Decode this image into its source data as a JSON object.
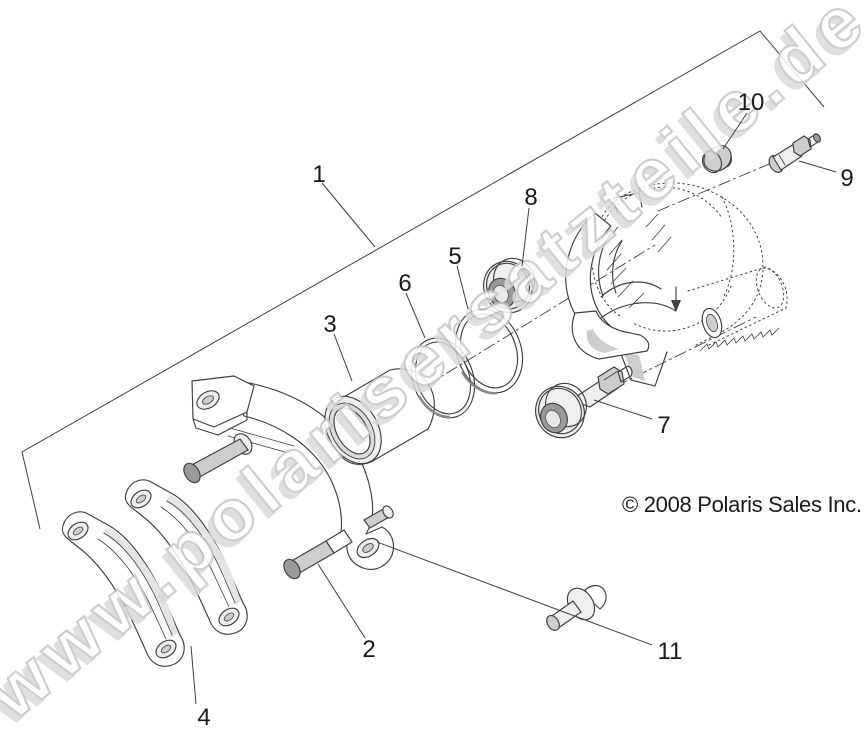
{
  "diagram": {
    "copyright": "© 2008 Polaris Sales Inc.",
    "watermark": "www.polarisersatzteile.de",
    "callouts": [
      {
        "label": "1"
      },
      {
        "label": "2"
      },
      {
        "label": "3"
      },
      {
        "label": "4"
      },
      {
        "label": "5"
      },
      {
        "label": "6"
      },
      {
        "label": "7"
      },
      {
        "label": "8"
      },
      {
        "label": "9"
      },
      {
        "label": "10"
      },
      {
        "label": "11"
      }
    ]
  },
  "colors": {
    "line": "#3f3f3f",
    "text-color": "#1a1a1a",
    "bg": "#ffffff",
    "wm-fill": "#ffffff",
    "wm-stroke": "#c6c6c6",
    "wm-shadow": "#dadada",
    "metal-light": "#efefef",
    "metal-mid": "#cdcdcd",
    "metal-dark": "#9a9a9a"
  }
}
